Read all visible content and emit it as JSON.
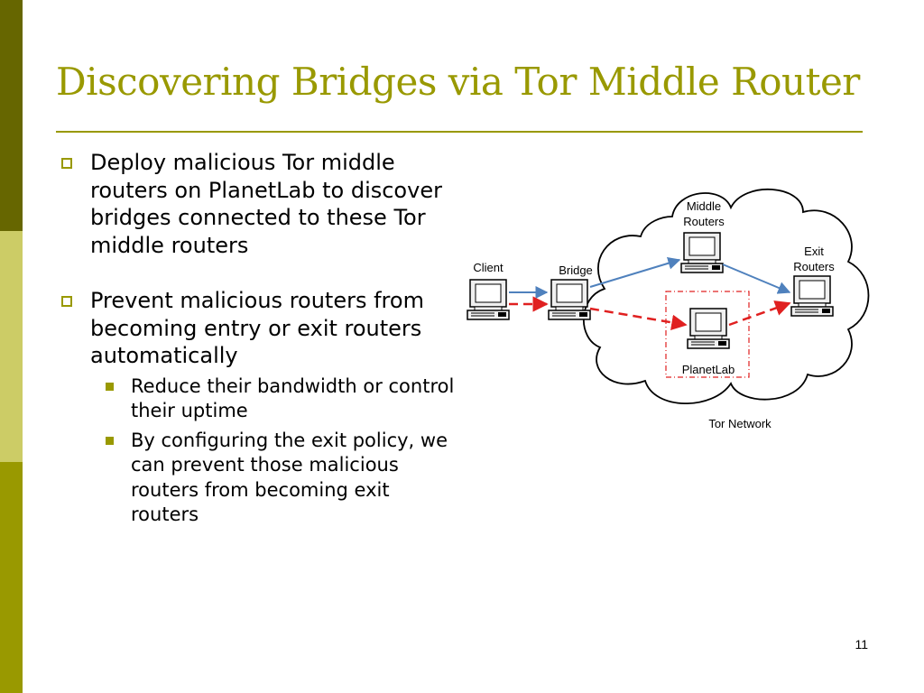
{
  "slide": {
    "title": "Discovering Bridges via Tor Middle Router",
    "page_number": "11"
  },
  "bullets": [
    {
      "text": "Deploy malicious Tor middle routers on PlanetLab to discover bridges connected to these Tor middle routers"
    },
    {
      "text": "Prevent malicious routers from becoming entry or exit routers automatically",
      "sub_bullets": [
        "Reduce their bandwidth or control their uptime",
        "By configuring the exit policy, we can prevent those malicious routers from becoming exit routers"
      ]
    }
  ],
  "diagram": {
    "labels": {
      "client": "Client",
      "bridge": "Bridge",
      "middle_routers": "Middle\nRouters",
      "exit_routers": "Exit\nRouters",
      "planetlab": "PlanetLab",
      "tor_network": "Tor Network"
    },
    "colors": {
      "legit_path": "#4f81bd",
      "malicious_path": "#e02020",
      "planetlab_box": "#e02020"
    },
    "icons": [
      "computer-icon"
    ]
  },
  "colors": {
    "accent": "#999900",
    "bar_dark": "#666600",
    "bar_light": "#cccc66",
    "bar_mid": "#999900"
  }
}
